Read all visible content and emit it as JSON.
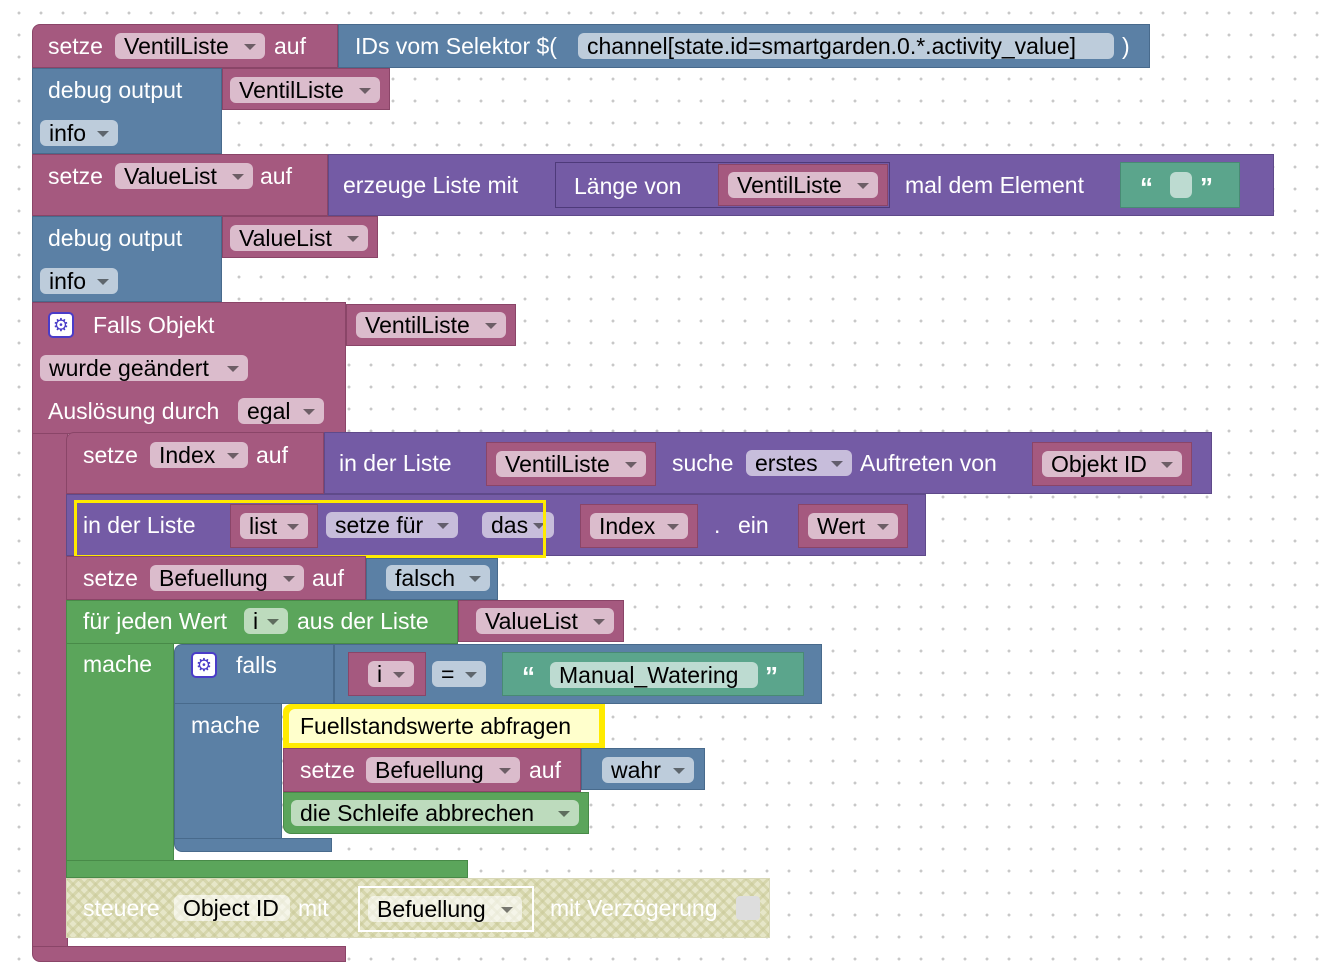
{
  "colors": {
    "variables": "#a5597f",
    "debug": "#5b80a5",
    "lists": "#745ba5",
    "loops": "#5ba55b",
    "text": "#5ba58c",
    "highlight": "#ffeb00"
  },
  "b1": {
    "set": "setze",
    "var": "VentilListe",
    "to": "auf",
    "selector_label": "IDs vom Selektor $(",
    "selector_value": "channel[state.id=smartgarden.0.*.activity_value]",
    "selector_close": ")"
  },
  "b2": {
    "label": "debug output",
    "var": "VentilListe",
    "level": "info"
  },
  "b3": {
    "set": "setze",
    "var": "ValueList",
    "to": "auf",
    "create": "erzeuge Liste mit",
    "length_of": "Länge von",
    "list_var": "VentilListe",
    "times_element": "mal dem Element",
    "open_quote": "“",
    "close_quote": "”"
  },
  "b4": {
    "label": "debug output",
    "var": "ValueList",
    "level": "info"
  },
  "b5": {
    "icon": "gear-icon",
    "label": "Falls Objekt",
    "var": "VentilListe",
    "trigger": "wurde geändert",
    "trigger_by": "Auslösung durch",
    "trigger_by_value": "egal"
  },
  "b6": {
    "set": "setze",
    "var": "Index",
    "to": "auf",
    "in_list": "in der Liste",
    "list_var": "VentilListe",
    "search": "suche",
    "which": "erstes",
    "occurrence": "Auftreten von",
    "object": "Objekt ID"
  },
  "b7": {
    "in_list": "in der Liste",
    "list_var": "list",
    "mode": "setze für",
    "where": "das",
    "index_var": "Index",
    "dot": ".",
    "insert": "ein",
    "value_var": "Wert"
  },
  "b8": {
    "set": "setze",
    "var": "Befuellung",
    "to": "auf",
    "value": "falsch"
  },
  "b9": {
    "for_each": "für jeden Wert",
    "loop_var": "i",
    "from_list": "aus der Liste",
    "list_var": "ValueList",
    "do": "mache"
  },
  "b10": {
    "icon": "gear-icon",
    "if": "falls",
    "var": "i",
    "op": "=",
    "open_quote": "“",
    "text_value": "Manual_Watering",
    "close_quote": "”",
    "do": "mache"
  },
  "b11": {
    "label": "Fuellstandswerte abfragen"
  },
  "b12": {
    "set": "setze",
    "var": "Befuellung",
    "to": "auf",
    "value": "wahr"
  },
  "b13": {
    "label": "die Schleife abbrechen"
  },
  "b14": {
    "control": "steuere",
    "object": "Object ID",
    "with": "mit",
    "var": "Befuellung",
    "delay": "mit Verzögerung"
  }
}
